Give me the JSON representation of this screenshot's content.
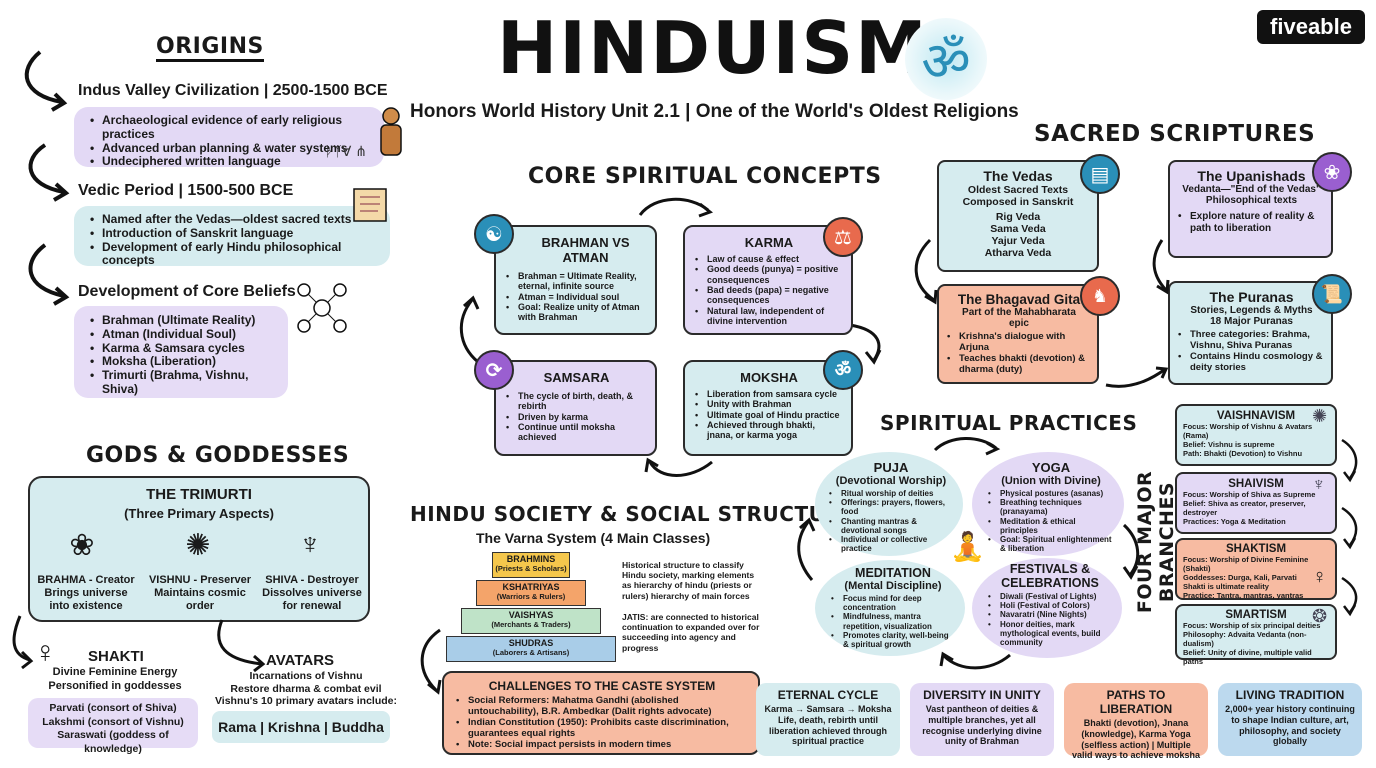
{
  "header": {
    "title": "HINDUISM",
    "subtitle": "Honors World History Unit 2.1 | One of the World's Oldest Religions",
    "om_symbol": "ॐ",
    "brand": "fiveable"
  },
  "origins": {
    "heading": "ORIGINS",
    "sections": [
      {
        "title": "Indus Valley Civilization | 2500-1500 BCE",
        "items": [
          "Archaeological evidence of early religious practices",
          "Advanced urban planning & water systems",
          "Undeciphered written language"
        ]
      },
      {
        "title": "Vedic Period | 1500-500 BCE",
        "items": [
          "Named after the Vedas—oldest sacred texts",
          "Introduction of Sanskrit language",
          "Development of early Hindu philosophical concepts"
        ]
      },
      {
        "title": "Development of Core Beliefs",
        "items": [
          "Brahman (Ultimate Reality)",
          "Atman (Individual Soul)",
          "Karma & Samsara cycles",
          "Moksha (Liberation)",
          "Trimurti (Brahma, Vishnu, Shiva)"
        ]
      }
    ]
  },
  "gods": {
    "heading": "GODS & GODDESSES",
    "trimurti_title": "THE TRIMURTI",
    "trimurti_sub": "(Three Primary Aspects)",
    "deities": [
      {
        "name": "BRAHMA - Creator",
        "desc": "Brings universe into existence"
      },
      {
        "name": "VISHNU - Preserver",
        "desc": "Maintains cosmic order"
      },
      {
        "name": "SHIVA - Destroyer",
        "desc": "Dissolves universe for renewal"
      }
    ],
    "shakti": {
      "title": "SHAKTI",
      "line1": "Divine Feminine Energy",
      "line2": "Personified in goddesses",
      "goddesses": [
        "Parvati (consort of Shiva)",
        "Lakshmi (consort of Vishnu)",
        "Saraswati (goddess of knowledge)"
      ]
    },
    "avatars": {
      "title": "AVATARS",
      "line1": "Incarnations of Vishnu",
      "line2": "Restore dharma & combat evil",
      "line3": "Vishnu's 10 primary avatars include:",
      "names": "Rama | Krishna | Buddha"
    }
  },
  "core": {
    "heading": "CORE SPIRITUAL CONCEPTS",
    "boxes": [
      {
        "title": "BRAHMAN VS ATMAN",
        "items": [
          "Brahman = Ultimate Reality, eternal, infinite source",
          "Atman = Individual soul",
          "Goal: Realize unity of Atman with Brahman"
        ]
      },
      {
        "title": "KARMA",
        "items": [
          "Law of cause & effect",
          "Good deeds (punya) = positive consequences",
          "Bad deeds (papa) = negative consequences",
          "Natural law, independent of divine intervention"
        ]
      },
      {
        "title": "SAMSARA",
        "items": [
          "The cycle of birth, death, & rebirth",
          "Driven by karma",
          "Continue until moksha achieved"
        ]
      },
      {
        "title": "MOKSHA",
        "items": [
          "Liberation from samsara cycle",
          "Unity with Brahman",
          "Ultimate goal of Hindu practice",
          "Achieved through bhakti, jnana, or karma yoga"
        ]
      }
    ]
  },
  "society": {
    "heading": "HINDU SOCIETY & SOCIAL STRUCTURE",
    "varna_title": "The Varna System (4 Main Classes)",
    "varnas": [
      {
        "name": "BRAHMINS",
        "sub": "(Priests & Scholars)"
      },
      {
        "name": "KSHATRIYAS",
        "sub": "(Warriors & Rulers)"
      },
      {
        "name": "VAISHYAS",
        "sub": "(Merchants & Traders)"
      },
      {
        "name": "SHUDRAS",
        "sub": "(Laborers & Artisans)"
      }
    ],
    "note1": "Historical structure to classify Hindu society, marking elements as hierarchy of hindu (priests or rulers) hierarchy of main forces",
    "note2": "JATIS: are connected to historical continuation to expanded over for succeeding into agency and progress",
    "challenges_title": "CHALLENGES TO THE CASTE SYSTEM",
    "challenges": [
      "Social Reformers: Mahatma Gandhi (abolished untouchability), B.R. Ambedkar (Dalit rights advocate)",
      "Indian Constitution (1950): Prohibits caste discrimination, guarantees equal rights",
      "Note: Social impact persists in modern times"
    ]
  },
  "scriptures": {
    "heading": "SACRED SCRIPTURES",
    "vedas": {
      "title": "The Vedas",
      "l1": "Oldest Sacred Texts",
      "l2": "Composed in Sanskrit",
      "list": [
        "Rig Veda",
        "Sama Veda",
        "Yajur Veda",
        "Atharva Veda"
      ]
    },
    "upanishads": {
      "title": "The Upanishads",
      "l1": "Vedanta—\"End of the Vedas\"",
      "l2": "Philosophical texts",
      "items": [
        "Explore nature of reality & path to liberation"
      ]
    },
    "gita": {
      "title": "The Bhagavad Gita",
      "l1": "Part of the Mahabharata",
      "l2": "epic",
      "items": [
        "Krishna's dialogue with Arjuna",
        "Teaches bhakti (devotion) & dharma (duty)"
      ]
    },
    "puranas": {
      "title": "The Puranas",
      "l1": "Stories, Legends & Myths",
      "l2": "18 Major Puranas",
      "items": [
        "Three categories: Brahma, Vishnu, Shiva Puranas",
        "Contains Hindu cosmology & deity stories"
      ]
    }
  },
  "practices": {
    "heading": "SPIRITUAL PRACTICES",
    "puja": {
      "title": "PUJA",
      "sub": "(Devotional Worship)",
      "items": [
        "Ritual worship of deities",
        "Offerings: prayers, flowers, food",
        "Chanting mantras & devotional songs",
        "Individual or collective practice"
      ]
    },
    "yoga": {
      "title": "YOGA",
      "sub": "(Union with Divine)",
      "items": [
        "Physical postures (asanas)",
        "Breathing techniques (pranayama)",
        "Meditation & ethical principles",
        "Goal: Spiritual enlightenment & liberation"
      ]
    },
    "meditation": {
      "title": "MEDITATION",
      "sub": "(Mental Discipline)",
      "items": [
        "Focus mind for deep concentration",
        "Mindfulness, mantra repetition, visualization",
        "Promotes clarity, well-being & spiritual growth"
      ]
    },
    "festivals": {
      "title": "FESTIVALS &",
      "sub": "CELEBRATIONS",
      "items": [
        "Diwali (Festival of Lights)",
        "Holi (Festival of Colors)",
        "Navaratri (Nine Nights)",
        "Honor deities, mark mythological events, build community"
      ]
    }
  },
  "branches": {
    "heading": "FOUR MAJOR BRANCHES",
    "items": [
      {
        "title": "VAISHNAVISM",
        "lines": [
          "Focus: Worship of Vishnu & Avatars (Rama)",
          "Belief: Vishnu is supreme",
          "Path: Bhakti (Devotion) to Vishnu"
        ]
      },
      {
        "title": "SHAIVISM",
        "lines": [
          "Focus: Worship of Shiva as Supreme",
          "Belief: Shiva as creator, preserver, destroyer",
          "Practices: Yoga & Meditation"
        ]
      },
      {
        "title": "SHAKTISM",
        "lines": [
          "Focus: Worship of Divine Feminine (Shakti)",
          "Goddesses: Durga, Kali, Parvati",
          "Shakti is ultimate reality",
          "Practice: Tantra, mantras, yantras"
        ]
      },
      {
        "title": "SMARTISM",
        "lines": [
          "Focus: Worship of six principal deities",
          "Philosophy: Advaita Vedanta (non-dualism)",
          "Belief: Unity of divine, multiple valid paths"
        ]
      }
    ]
  },
  "summary": [
    {
      "title": "ETERNAL CYCLE",
      "text": "Karma → Samsara → Moksha Life, death, rebirth until liberation achieved through spiritual practice"
    },
    {
      "title": "DIVERSITY IN UNITY",
      "text": "Vast pantheon of deities & multiple branches, yet all recognise underlying divine unity of Brahman"
    },
    {
      "title": "PATHS TO LIBERATION",
      "text": "Bhakti (devotion), Jnana (knowledge), Karma Yoga (selfless action) | Multiple valid ways to achieve moksha"
    },
    {
      "title": "LIVING TRADITION",
      "text": "2,000+ year history continuing to shape Indian culture, art, philosophy, and society globally"
    }
  ],
  "colors": {
    "purple": "#e3d9f5",
    "blue": "#d6ecef",
    "orange": "#f7bba2",
    "teal_icon": "#2a8fb8",
    "coral_icon": "#e86a4d",
    "violet_icon": "#9a5fd0"
  }
}
